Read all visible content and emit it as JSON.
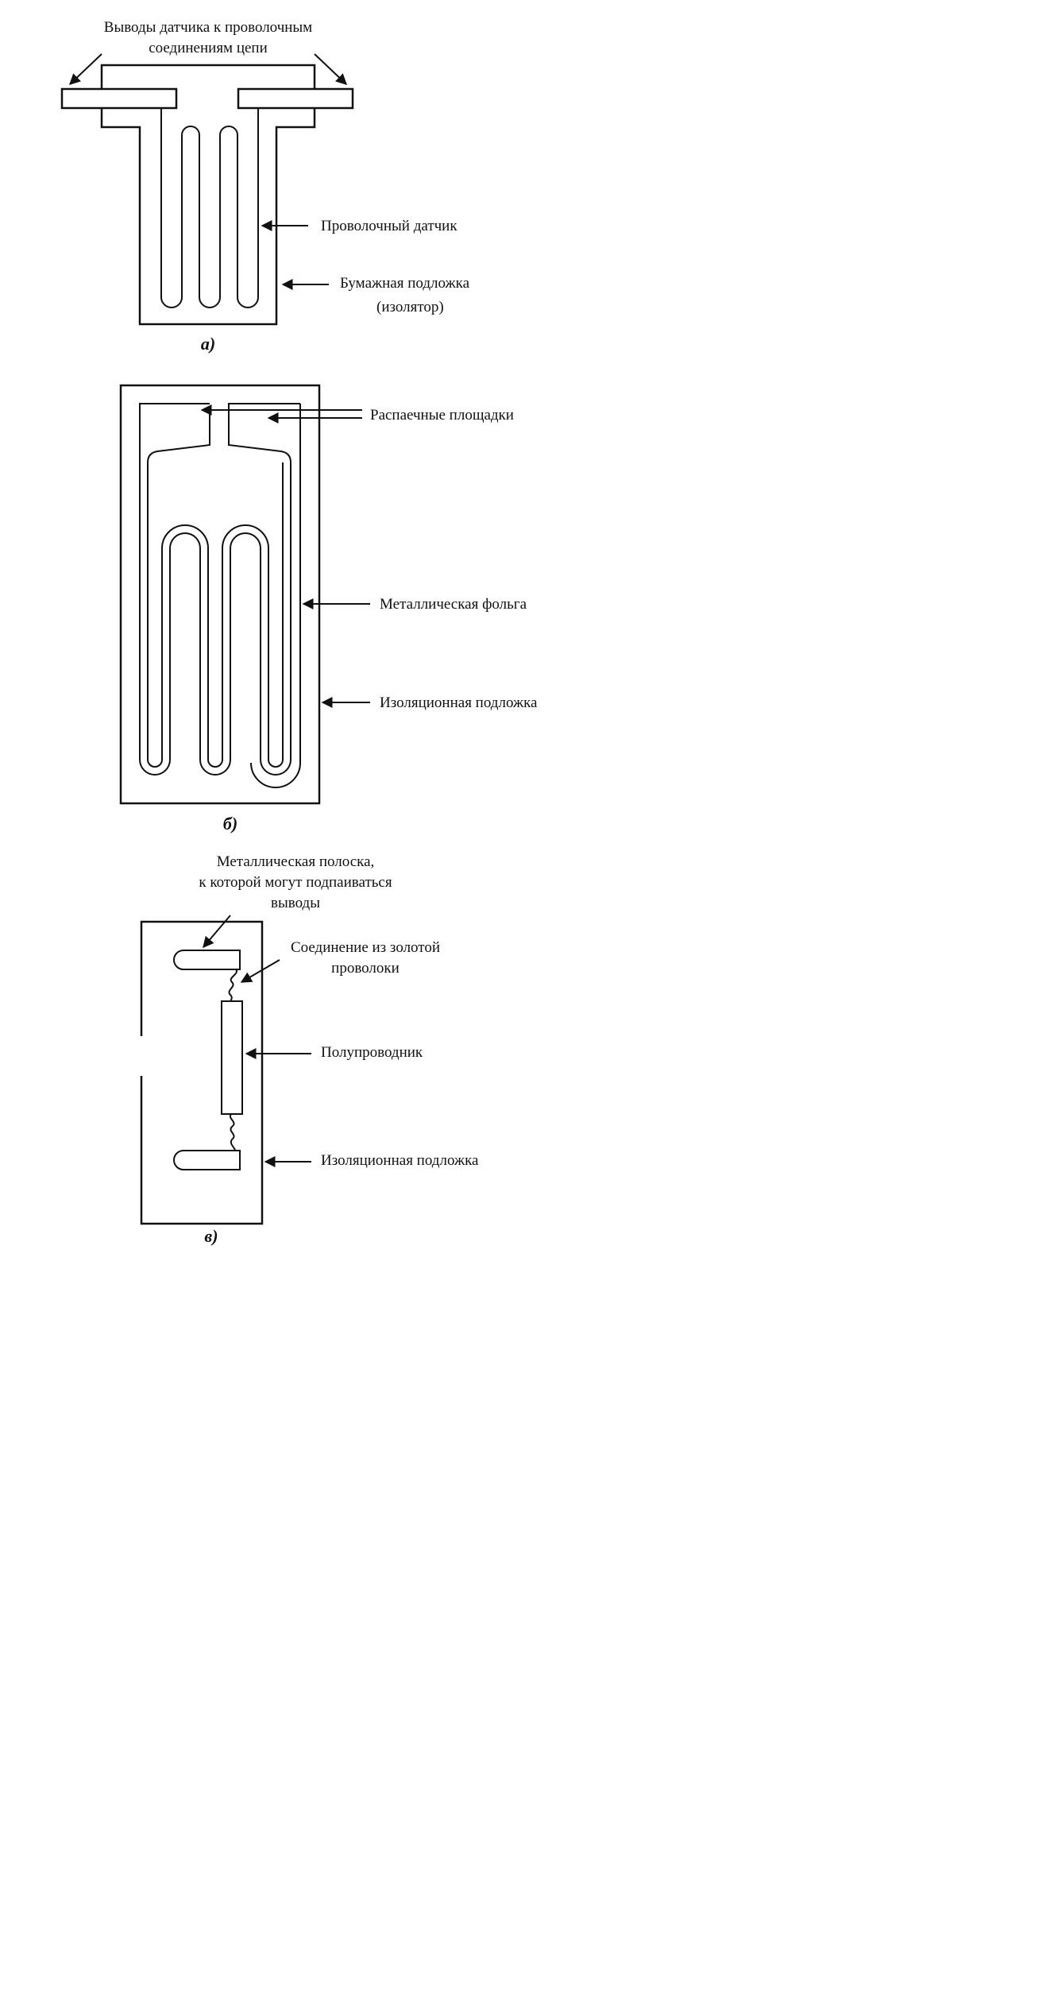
{
  "fig_a": {
    "leads_label_1": "Выводы датчика к проволочным",
    "leads_label_2": "соединениям цепи",
    "wire_sensor_label": "Проволочный датчик",
    "paper_substrate_label_1": "Бумажная подложка",
    "paper_substrate_label_2": "(изолятор)",
    "caption": "а)"
  },
  "fig_b": {
    "solder_pads_label": "Распаечные площадки",
    "metal_foil_label": "Металлическая фольга",
    "insulating_substrate_label": "Изоляционная подложка",
    "caption": "б)"
  },
  "fig_c": {
    "metal_strip_label_1": "Металлическая полоска,",
    "metal_strip_label_2": "к которой могут подпаиваться",
    "metal_strip_label_3": "выводы",
    "gold_wire_label_1": "Соединение из золотой",
    "gold_wire_label_2": "проволоки",
    "semiconductor_label": "Полупроводник",
    "insulating_substrate_label": "Изоляционная подложка",
    "caption": "в)"
  }
}
